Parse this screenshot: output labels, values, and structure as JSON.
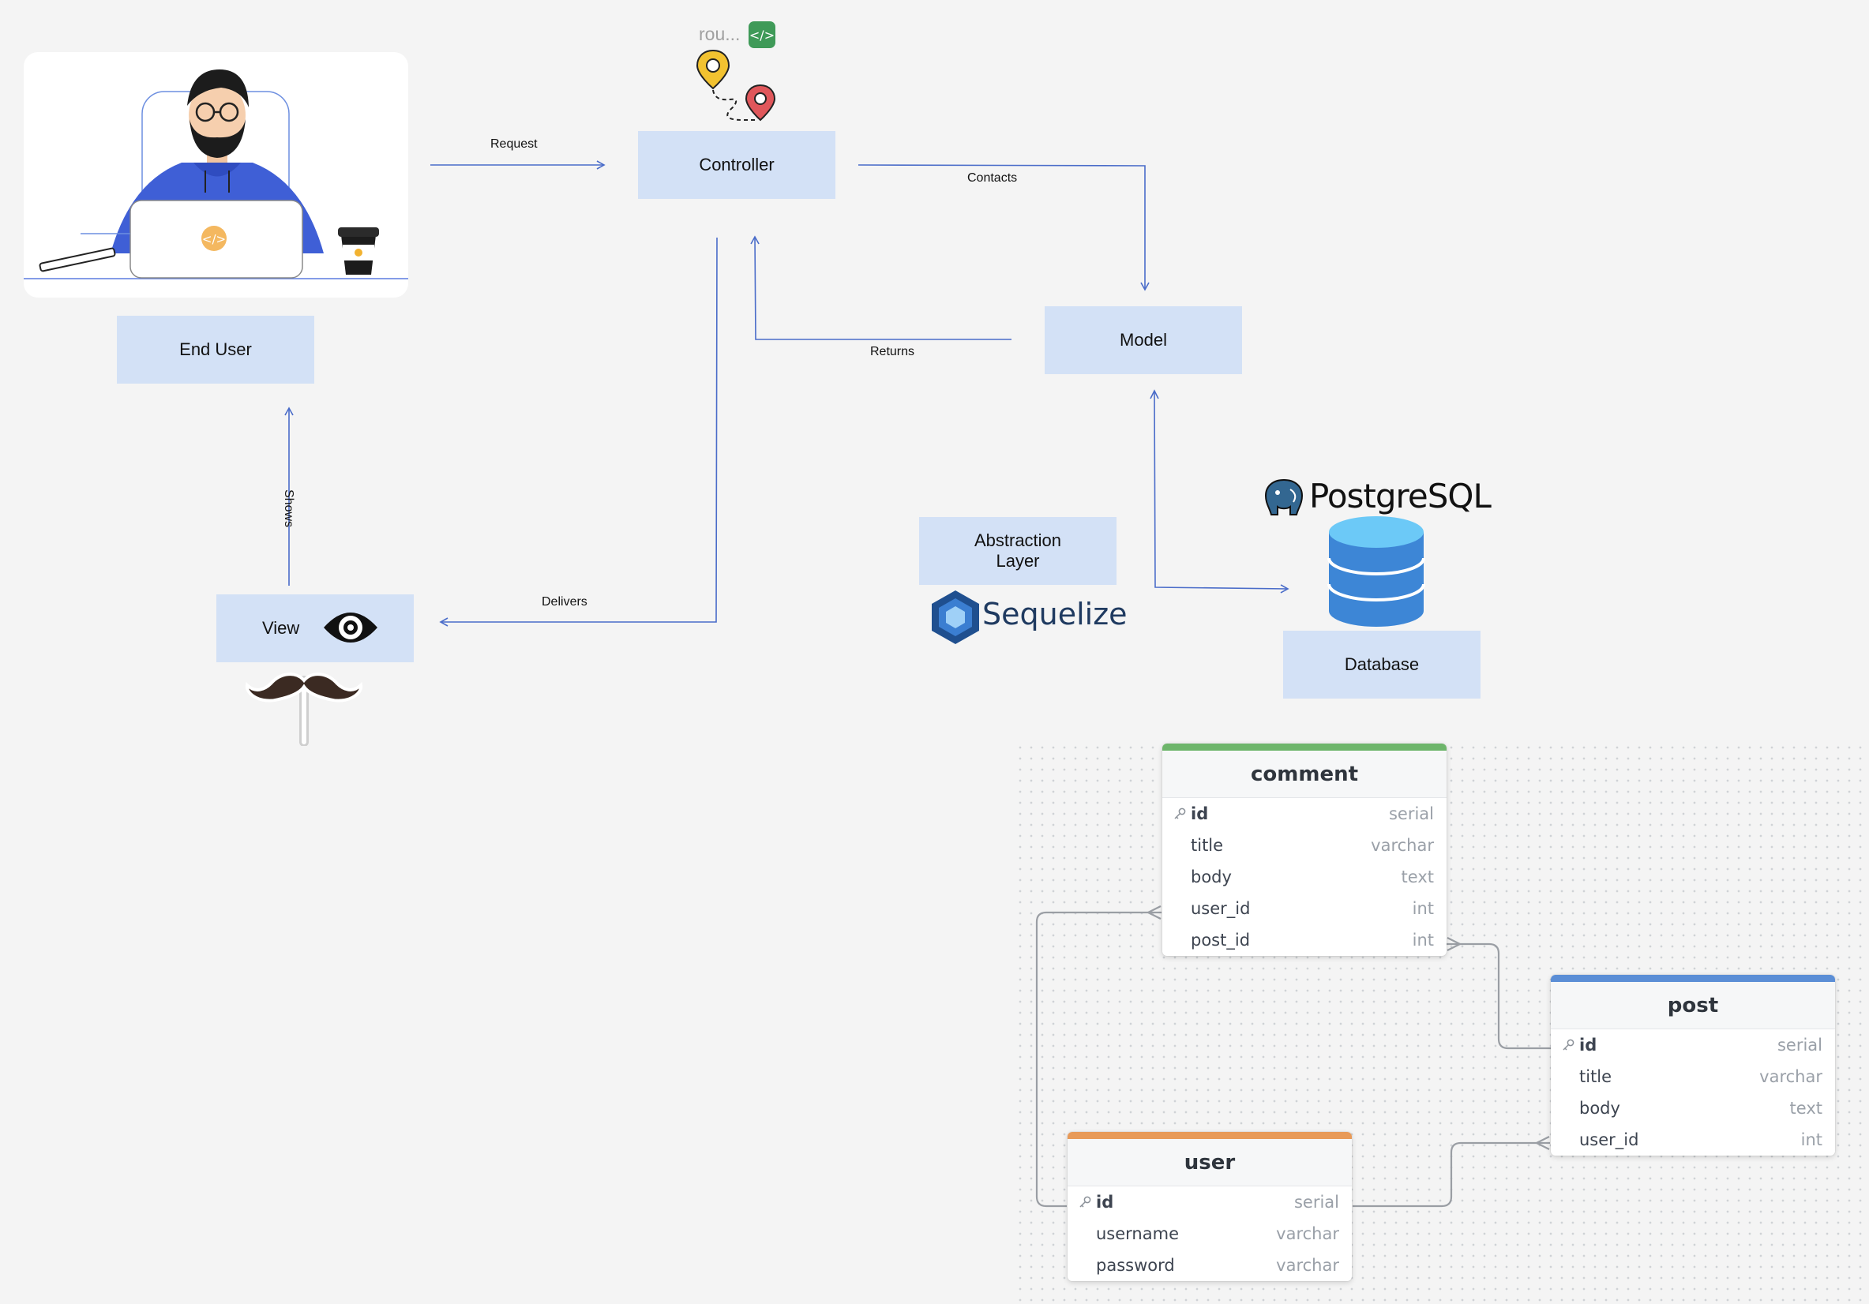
{
  "nodes": {
    "controller": "Controller",
    "model": "Model",
    "end_user": "End User",
    "view": "View",
    "abstraction_layer": "Abstraction Layer",
    "database": "Database"
  },
  "edges": {
    "request": "Request",
    "contacts": "Contacts",
    "returns": "Returns",
    "delivers": "Delivers",
    "shows": "Shows"
  },
  "logos": {
    "route_label": "rou...",
    "route_icon": "code-badge-icon",
    "postgres": "PostgreSQL",
    "sequelize": "Sequelize",
    "view_icon": "eye-icon",
    "template_engine_icon": "mustache-icon",
    "database_icon": "database-cylinder-icon"
  },
  "er": {
    "comment": {
      "name": "comment",
      "color": "#6db56a",
      "columns": [
        {
          "name": "id",
          "type": "serial",
          "pk": true
        },
        {
          "name": "title",
          "type": "varchar"
        },
        {
          "name": "body",
          "type": "text"
        },
        {
          "name": "user_id",
          "type": "int"
        },
        {
          "name": "post_id",
          "type": "int"
        }
      ]
    },
    "post": {
      "name": "post",
      "color": "#5b8ed6",
      "columns": [
        {
          "name": "id",
          "type": "serial",
          "pk": true
        },
        {
          "name": "title",
          "type": "varchar"
        },
        {
          "name": "body",
          "type": "text"
        },
        {
          "name": "user_id",
          "type": "int"
        }
      ]
    },
    "user": {
      "name": "user",
      "color": "#e89a58",
      "columns": [
        {
          "name": "id",
          "type": "serial",
          "pk": true
        },
        {
          "name": "username",
          "type": "varchar"
        },
        {
          "name": "password",
          "type": "varchar"
        }
      ]
    }
  },
  "colors": {
    "node_fill": "#d3e1f6",
    "arrow": "#4a6cc9",
    "background": "#f4f4f4"
  }
}
